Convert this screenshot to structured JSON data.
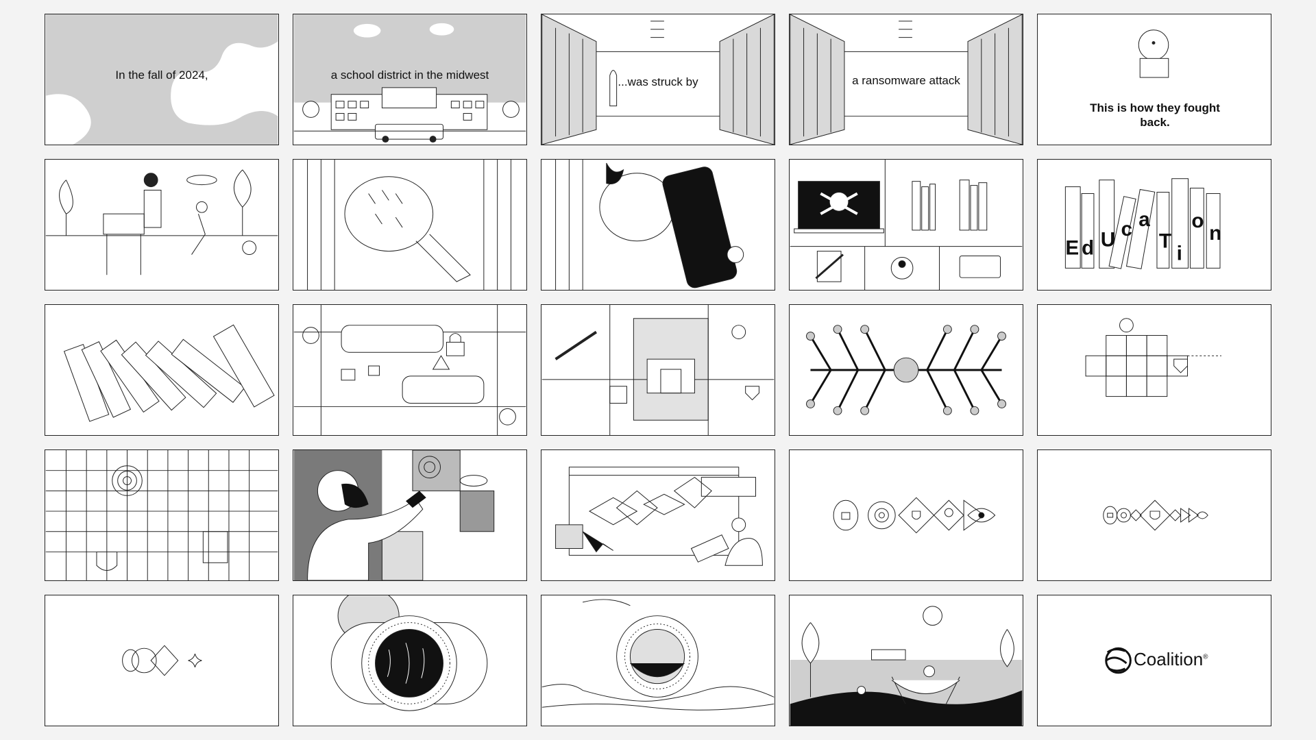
{
  "storyboard": {
    "captions": {
      "p1": "In the fall of 2024,",
      "p2": "a school district in the midwest",
      "p3": "...was struck by",
      "p4": "a ransomware attack",
      "p5": "This is how they fought back."
    },
    "education_word": [
      "E",
      "d",
      "U",
      "c",
      "a",
      "T",
      "i",
      "o",
      "n"
    ],
    "brand": {
      "name": "Coalition",
      "mark": "®"
    },
    "icons": [
      "skull-icon",
      "chain-icon",
      "dollar-icon",
      "lock-icon",
      "shield-icon",
      "eye-icon",
      "target-icon",
      "warning-icon",
      "bell-icon"
    ]
  }
}
